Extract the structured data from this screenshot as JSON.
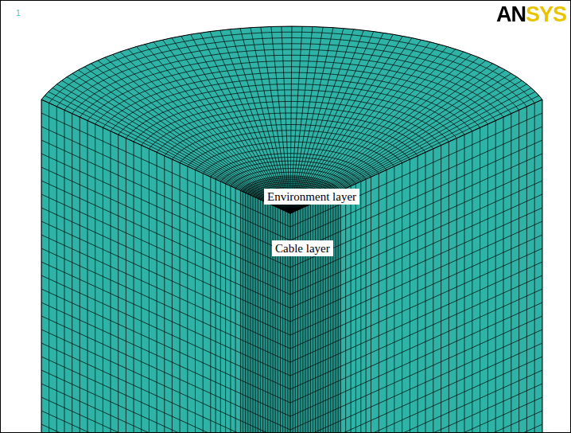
{
  "diagram": {
    "labels": [
      "1",
      "ANSYS",
      "Environment layer",
      "Cable layer"
    ]
  }
}
